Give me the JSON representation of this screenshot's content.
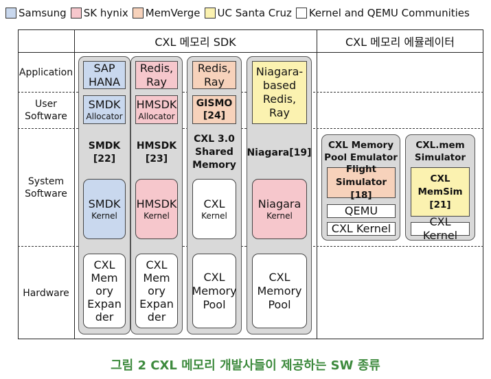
{
  "legend": [
    {
      "label": "Samsung",
      "color": "#c9d8ee"
    },
    {
      "label": "SK hynix",
      "color": "#f6c7cc"
    },
    {
      "label": "MemVerge",
      "color": "#f7d2bb"
    },
    {
      "label": "UC Santa Cruz",
      "color": "#fbf2b0"
    },
    {
      "label": "Kernel and QEMU Communities",
      "color": "#ffffff"
    }
  ],
  "headers": {
    "sdk": "CXL 메모리 SDK",
    "emulator": "CXL 메모리 에뮬레이터"
  },
  "rows": {
    "application": "Application",
    "user_software": [
      "User",
      "Software"
    ],
    "system_software": [
      "System",
      "Software"
    ],
    "hardware": "Hardware"
  },
  "smdk": {
    "app": [
      "SAP",
      "HANA"
    ],
    "user": "SMDK",
    "user_sub": "Allocator",
    "sys": [
      "SMDK",
      "[22]"
    ],
    "kernel": "SMDK",
    "kernel_sub": "Kernel",
    "hw": [
      "CXL",
      "Mem",
      "ory",
      "Expan",
      "der"
    ]
  },
  "hmsdk": {
    "app": [
      "Redis,",
      "Ray"
    ],
    "user": "HMSDK",
    "user_sub": "Allocator",
    "sys": [
      "HMSDK",
      "[23]"
    ],
    "kernel": "HMSDK",
    "kernel_sub": "Kernel",
    "hw": [
      "CXL",
      "Mem",
      "ory",
      "Expan",
      "der"
    ]
  },
  "cxl3": {
    "app": [
      "Redis,",
      "Ray"
    ],
    "user": [
      "GISMO",
      "[24]"
    ],
    "sys": [
      "CXL 3.0",
      "Shared",
      "Memory"
    ],
    "kernel": "CXL",
    "kernel_sub": "Kernel",
    "hw": [
      "CXL",
      "Memory",
      "Pool"
    ]
  },
  "niagara": {
    "app": [
      "Niagara-",
      "based",
      "Redis, Ray"
    ],
    "sys": "Niagara[19]",
    "kernel": "Niagara",
    "kernel_sub": "Kernel",
    "hw": [
      "CXL",
      "Memory",
      "Pool"
    ]
  },
  "pool_emulator": {
    "title": [
      "CXL Memory",
      "Pool Emulator"
    ],
    "flight": [
      "Flight",
      "Simulator [18]"
    ],
    "qemu": "QEMU",
    "kernel": "CXL Kernel"
  },
  "cxlmem_sim": {
    "title": [
      "CXL.mem",
      "Simulator"
    ],
    "memsim": [
      "CXL",
      "MemSim",
      "[21]"
    ],
    "kernel": "CXL Kernel"
  },
  "caption": "그림 2  CXL 메모리 개발사들이 제공하는 SW 종류"
}
